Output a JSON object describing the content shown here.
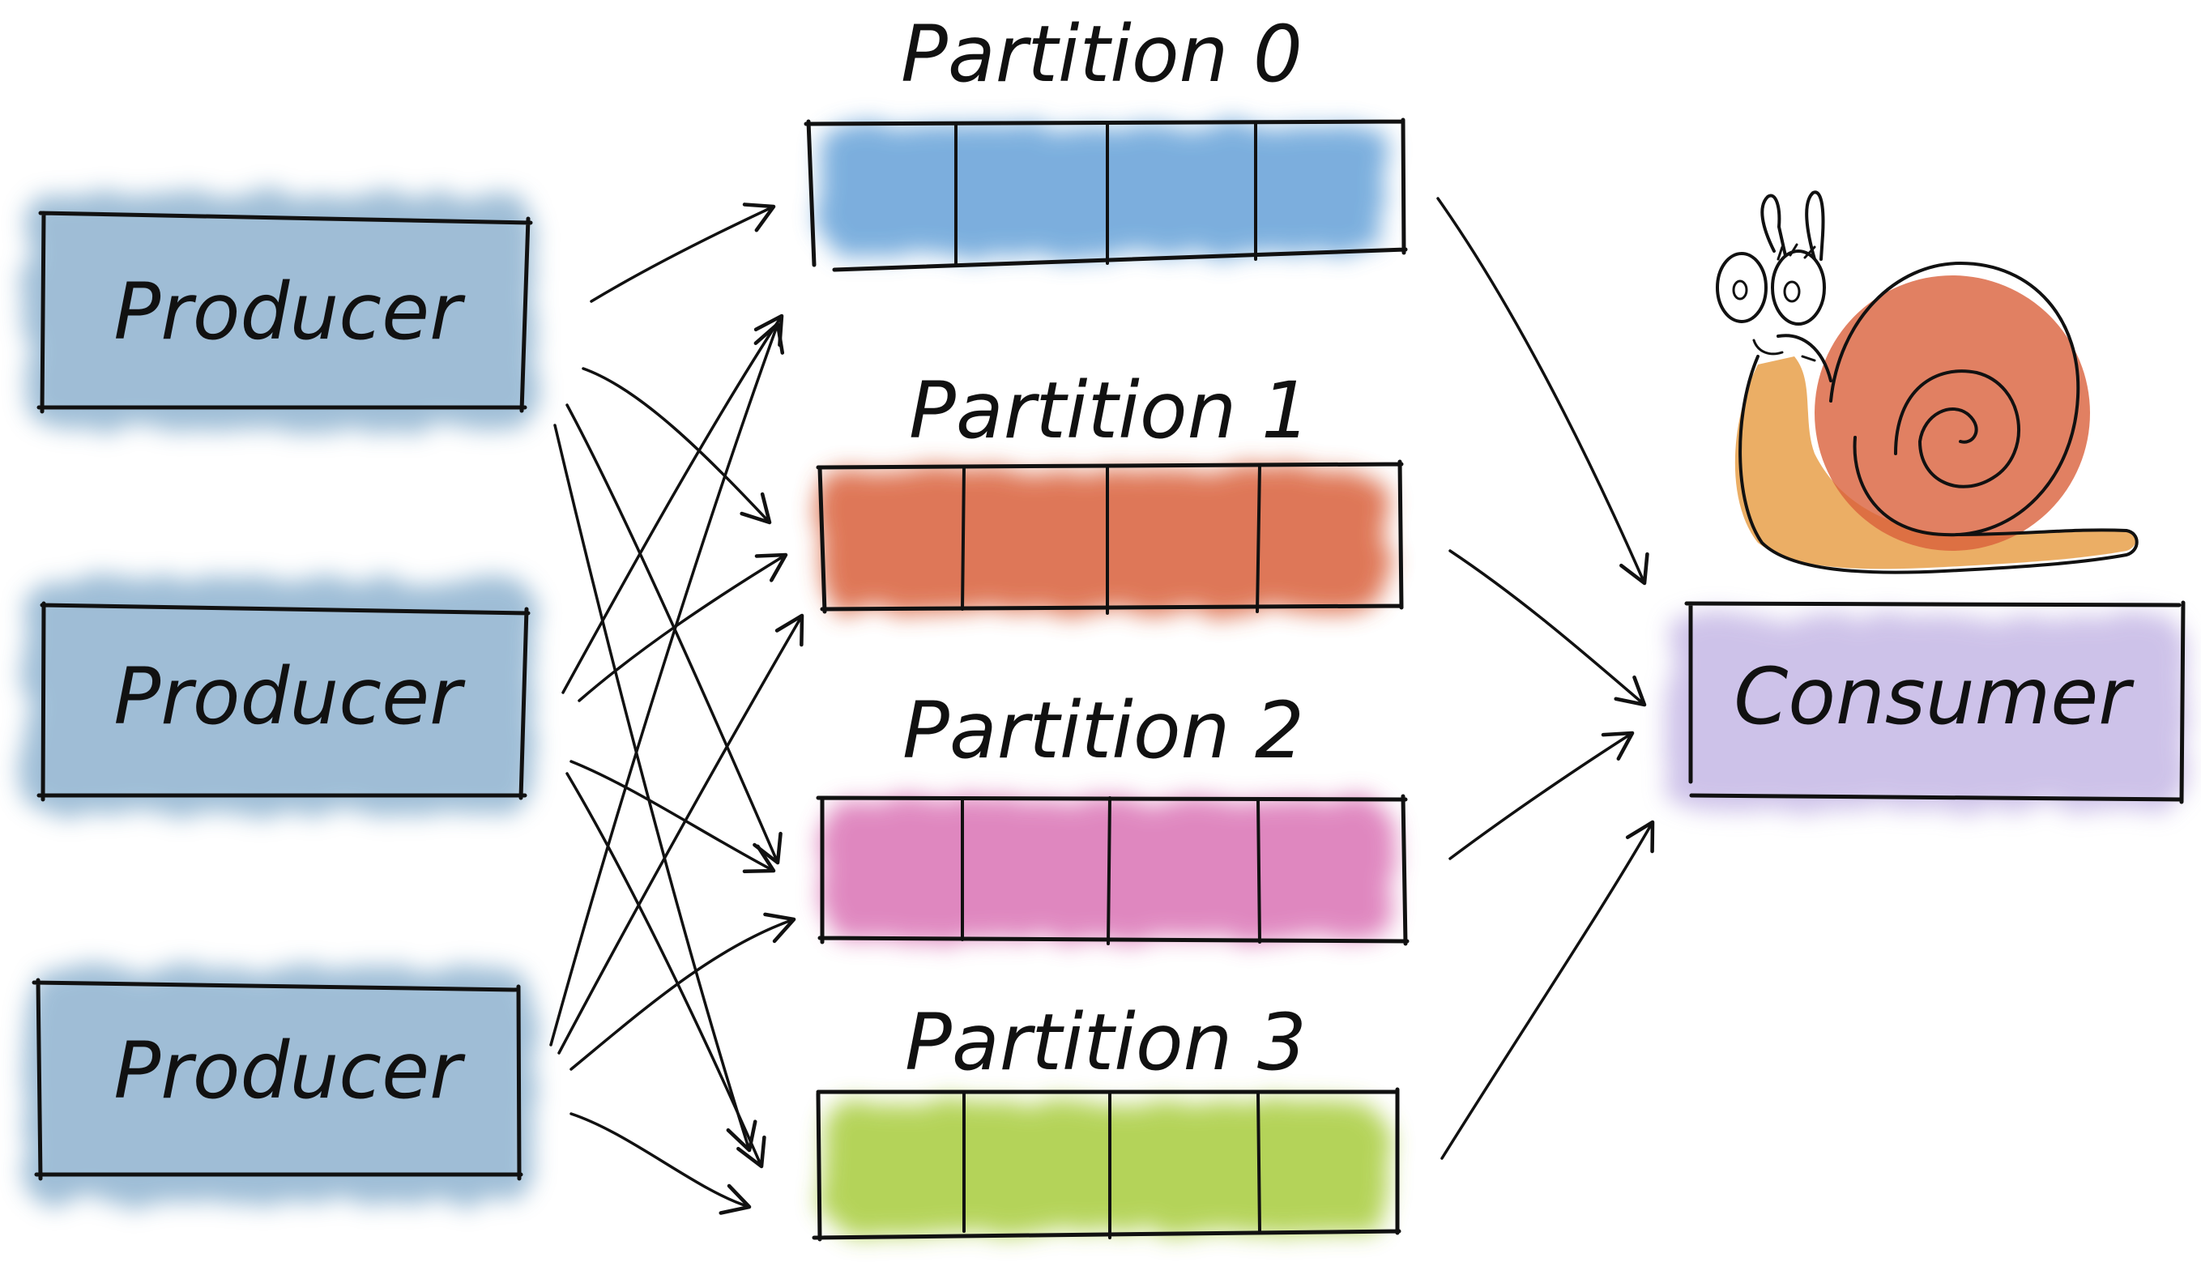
{
  "producers": [
    {
      "label": "Producer"
    },
    {
      "label": "Producer"
    },
    {
      "label": "Producer"
    }
  ],
  "partitions": [
    {
      "label": "Partition 0",
      "color": "#5b9bd5"
    },
    {
      "label": "Partition 1",
      "color": "#d9603b"
    },
    {
      "label": "Partition 2",
      "color": "#d86bb0"
    },
    {
      "label": "Partition 3",
      "color": "#a8cc3c"
    }
  ],
  "consumer": {
    "label": "Consumer",
    "color": "#b9a9e0"
  },
  "colors": {
    "producer": "#7fa8c9",
    "ink": "#111111",
    "snail_shell": "#d9603b",
    "snail_body": "#e8a04a"
  }
}
